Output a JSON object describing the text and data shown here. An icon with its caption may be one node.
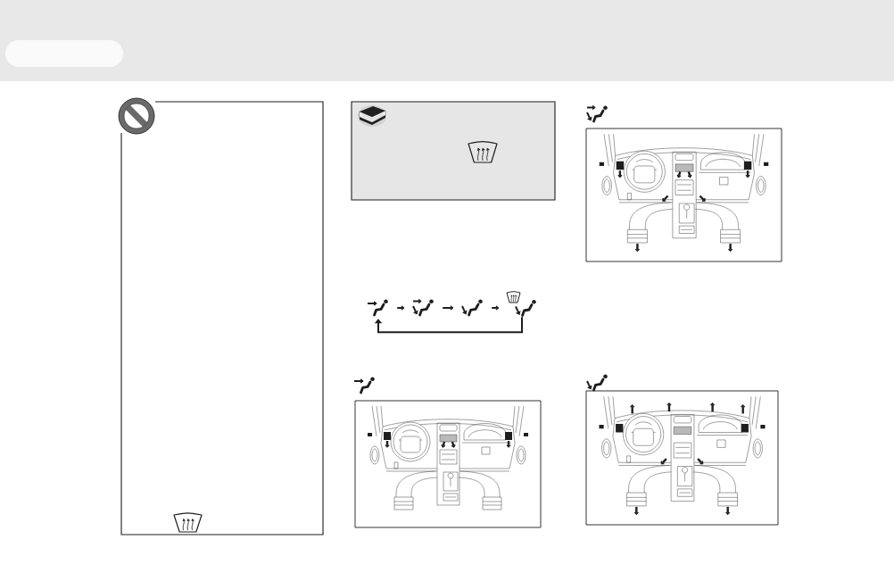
{
  "diagram": {
    "nodes": [
      {
        "text": [],
        "shape": "picture"
      },
      {
        "text": [],
        "shape": "picture"
      },
      {
        "text": [],
        "shape": "picture"
      },
      {
        "text": [],
        "shape": "picture"
      }
    ],
    "edges": [
      {
        "from": 0,
        "to": 1,
        "arrow": "to"
      },
      {
        "from": 1,
        "to": 2,
        "arrow": "to"
      },
      {
        "from": 2,
        "to": 3,
        "arrow": "to"
      },
      {
        "from": 3,
        "to": 0,
        "arrow": "to"
      }
    ]
  }
}
